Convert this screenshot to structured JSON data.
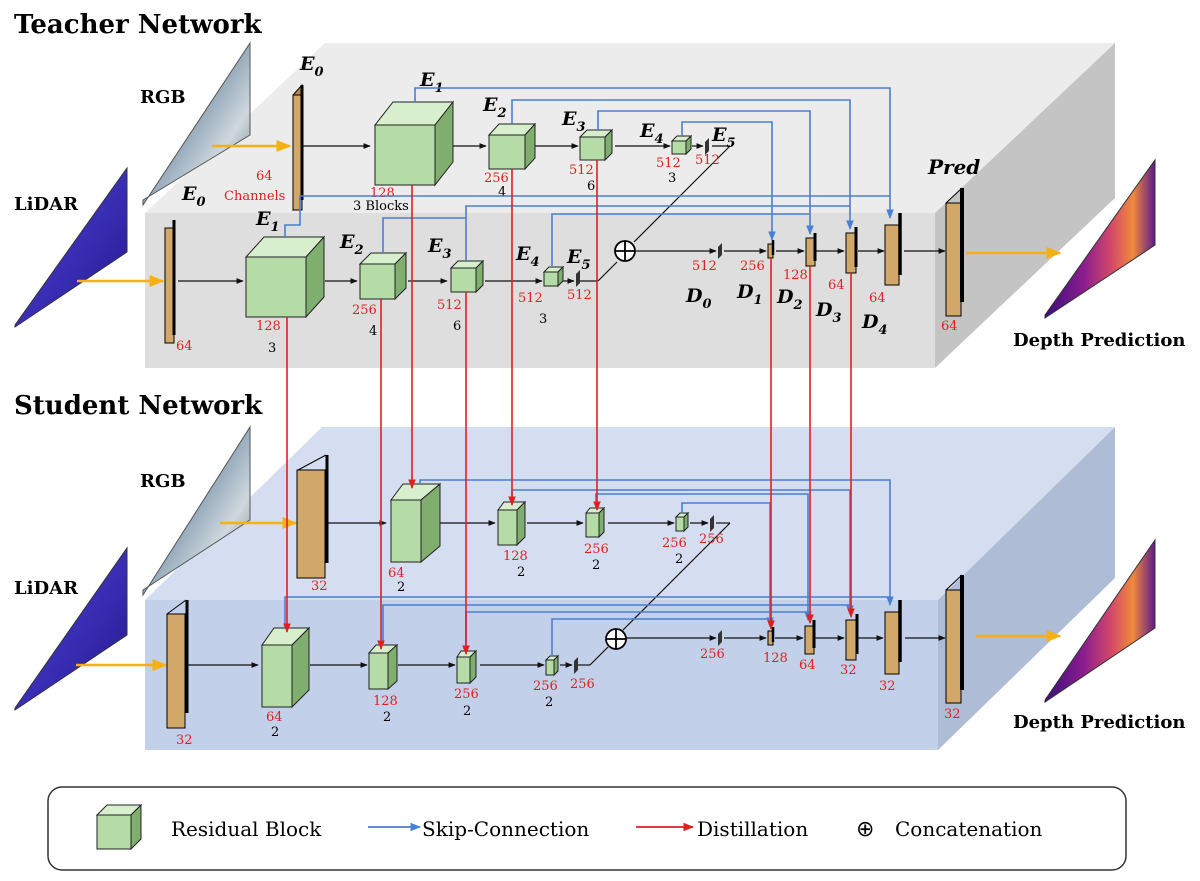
{
  "teacher": {
    "title": "Teacher Network",
    "rgb_label": "RGB",
    "lidar_label": "LiDAR",
    "output_label": "Depth Prediction",
    "channels_word": "Channels",
    "pred": "Pred",
    "rgb": [
      {
        "name": "E",
        "sub": "0",
        "ch": "64",
        "blocks": ""
      },
      {
        "name": "E",
        "sub": "1",
        "ch": "128",
        "blocks": "3 Blocks"
      },
      {
        "name": "E",
        "sub": "2",
        "ch": "256",
        "blocks": "4"
      },
      {
        "name": "E",
        "sub": "3",
        "ch": "512",
        "blocks": "6"
      },
      {
        "name": "E",
        "sub": "4",
        "ch": "512",
        "blocks": "3"
      },
      {
        "name": "E",
        "sub": "5",
        "ch": "512",
        "blocks": ""
      }
    ],
    "lidar": [
      {
        "name": "E",
        "sub": "0",
        "ch": "64",
        "blocks": ""
      },
      {
        "name": "E",
        "sub": "1",
        "ch": "128",
        "blocks": "3"
      },
      {
        "name": "E",
        "sub": "2",
        "ch": "256",
        "blocks": "4"
      },
      {
        "name": "E",
        "sub": "3",
        "ch": "512",
        "blocks": "6"
      },
      {
        "name": "E",
        "sub": "4",
        "ch": "512",
        "blocks": "3"
      },
      {
        "name": "E",
        "sub": "5",
        "ch": "512",
        "blocks": ""
      }
    ],
    "decoder": [
      {
        "name": "D",
        "sub": "0",
        "ch": "512"
      },
      {
        "name": "D",
        "sub": "1",
        "ch": "256"
      },
      {
        "name": "D",
        "sub": "2",
        "ch": "128"
      },
      {
        "name": "D",
        "sub": "3",
        "ch": "64"
      },
      {
        "name": "D",
        "sub": "4",
        "ch": "64"
      }
    ],
    "pred_ch": "64"
  },
  "student": {
    "title": "Student Network",
    "rgb_label": "RGB",
    "lidar_label": "LiDAR",
    "output_label": "Depth Prediction",
    "rgb": [
      {
        "ch": "32",
        "blocks": ""
      },
      {
        "ch": "64",
        "blocks": "2"
      },
      {
        "ch": "128",
        "blocks": "2"
      },
      {
        "ch": "256",
        "blocks": "2"
      },
      {
        "ch": "256",
        "blocks": "2"
      },
      {
        "ch": "256",
        "blocks": ""
      }
    ],
    "lidar": [
      {
        "ch": "32",
        "blocks": ""
      },
      {
        "ch": "64",
        "blocks": "2"
      },
      {
        "ch": "128",
        "blocks": "2"
      },
      {
        "ch": "256",
        "blocks": "2"
      },
      {
        "ch": "256",
        "blocks": "2"
      },
      {
        "ch": "256",
        "blocks": ""
      }
    ],
    "decoder": [
      "256",
      "128",
      "64",
      "32",
      "32"
    ],
    "pred_ch": "32"
  },
  "legend": {
    "residual": "Residual Block",
    "skip": "Skip-Connection",
    "distill": "Distillation",
    "concat_symbol": "⊕",
    "concat": "Concatenation"
  },
  "colors": {
    "teacher_panel": "#e3e3e3",
    "student_panel": "#c9d6ec",
    "cube_front": "#b5dca6",
    "cube_top": "#d7efcc",
    "cube_side": "#7fae6e",
    "plate_front": "#d2a76a",
    "plate_side": "#b98a4c",
    "skip": "#4a7fd1",
    "distill": "#e02020",
    "input_arrow": "#f5b014",
    "channel_text": "#e02020"
  }
}
